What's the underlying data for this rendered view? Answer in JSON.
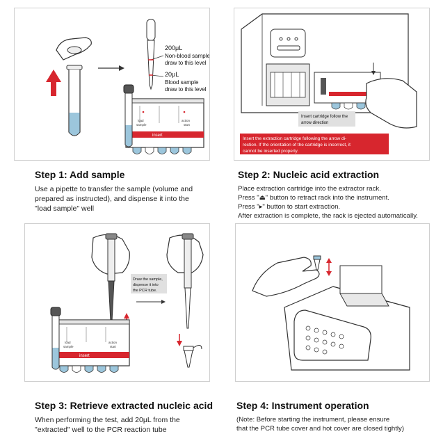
{
  "steps": [
    {
      "title": "Step 1: Add sample",
      "lines": [
        "Use a pipette to transfer the sample (volume and",
        "prepared as instructed), and dispense it into the",
        "\"load sample\" well"
      ],
      "labels": {
        "vol1": "200μL",
        "non_blood_1": "Non-blood sample",
        "non_blood_2": "draw to this level",
        "vol2": "20μL",
        "blood_1": "Blood sample",
        "blood_2": "draw to this level",
        "load": "load",
        "sample": "sample",
        "action": "action",
        "start": "start",
        "insert": "insert"
      }
    },
    {
      "title": "Step 2: Nucleic acid extraction",
      "lines": [
        "Place extraction cartridge into the extractor rack.",
        "Press \"⏏\" button to retract rack into the instrument.",
        "Press \"▸\" button to start extraction.",
        "After extraction is complete, the rack is ejected automatically."
      ],
      "labels": {
        "callout_1": "Insert cartridge follow the",
        "callout_2": "arrow direction",
        "warning_1": "Insert the extraction cartridge following the arrow di-",
        "warning_2": "rection. If the orientation of the cartridge is incorrect, it",
        "warning_3": "cannot be inserted properly."
      }
    },
    {
      "title": "Step 3: Retrieve extracted nucleic acid",
      "lines": [
        "When performing the test, add 20μL from the",
        "\"extracted\" well to the PCR reaction tube"
      ],
      "labels": {
        "callout_1": "Draw the sample,",
        "callout_2": "dispense it into",
        "callout_3": "the PCR tube.",
        "load": "load",
        "sample": "sample",
        "action": "action",
        "start": "start",
        "insert": "insert"
      }
    },
    {
      "title": "Step 4: Instrument operation",
      "lines": [
        "(Note: Before starting the instrument, please ensure",
        "that the PCR tube cover and hot cover are closed tightly)"
      ]
    }
  ],
  "colors": {
    "accent_red": "#d7262e",
    "liquid_blue": "#9cc6dc",
    "callout_grey": "#e0e0e0",
    "tube_dark": "#555555"
  }
}
